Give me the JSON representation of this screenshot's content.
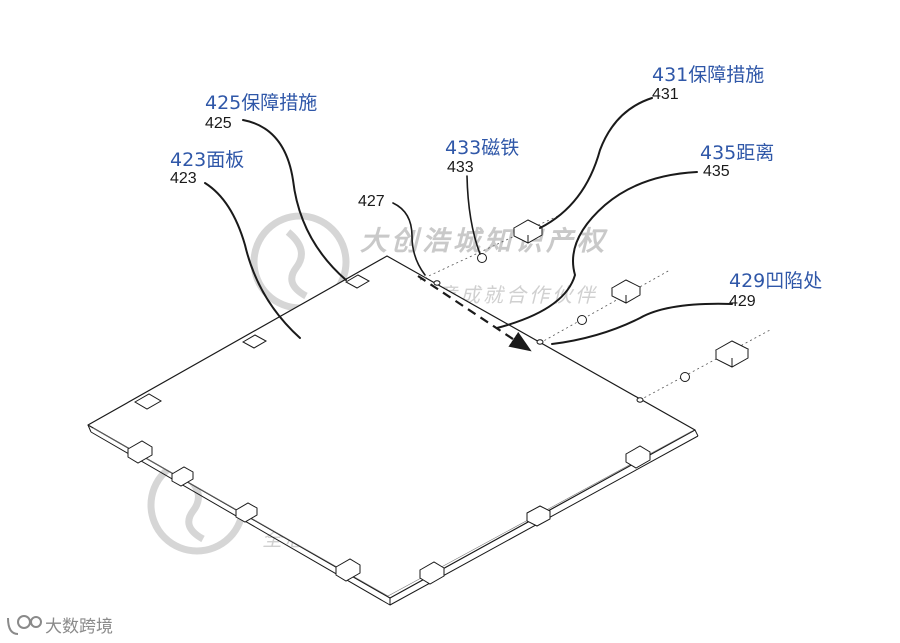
{
  "labels": {
    "panel": {
      "cn": "423面板",
      "num": "423"
    },
    "guard_left": {
      "cn": "425保障措施",
      "num": "425"
    },
    "arrow": {
      "num": "427"
    },
    "magnet": {
      "cn": "433磁铁",
      "num": "433"
    },
    "guard_right": {
      "cn": "431保障措施",
      "num": "431"
    },
    "distance": {
      "cn": "435距离",
      "num": "435"
    },
    "recess": {
      "cn": "429凹陷处",
      "num": "429"
    }
  },
  "watermark": {
    "title": "大创浩城知识产权",
    "subtitle": "全心全意成就合作伙伴"
  },
  "footer": {
    "brand": "大数跨境"
  },
  "colors": {
    "label_blue": "#2f57a8",
    "line": "#1a1a1a",
    "watermark": "#c9c9c9"
  }
}
